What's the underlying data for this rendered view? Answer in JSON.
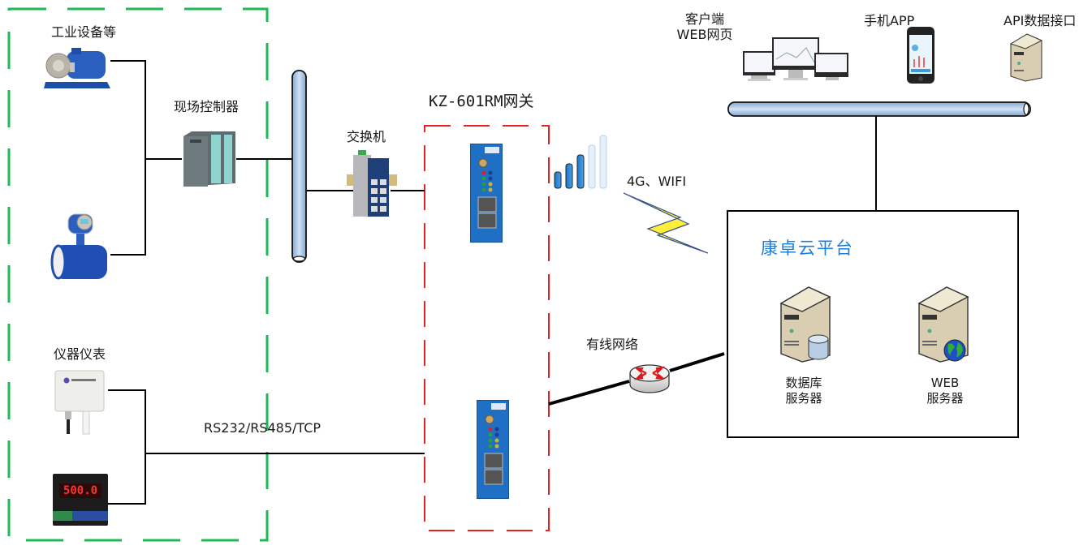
{
  "labels": {
    "industrial_equipment": "工业设备等",
    "field_controller": "现场控制器",
    "instruments": "仪器仪表",
    "switch": "交换机",
    "gateway": "KZ-601RM网关",
    "wireless": "4G、WIFI",
    "wired": "有线网络",
    "serial_protocols": "RS232/RS485/TCP",
    "client_web_line1": "客户端",
    "client_web_line2": "WEB网页",
    "mobile_app": "手机APP",
    "api": "API数据接口",
    "cloud_platform": "康卓云平台",
    "db_server_line1": "数据库",
    "db_server_line2": "服务器",
    "web_server_line1": "WEB",
    "web_server_line2": "服务器"
  },
  "devices": {
    "instrument_display_value": "500.0"
  },
  "colors": {
    "field_group_border": "#1db954",
    "gateway_group_border": "#e82020",
    "cloud_title": "#1f7fd6",
    "device_blue": "#1f6fc4",
    "bus_fill": "#a9c6e6",
    "lightning": "#ffef3a"
  },
  "signal_strength": {
    "filled_bars": 3,
    "total_bars": 5
  }
}
